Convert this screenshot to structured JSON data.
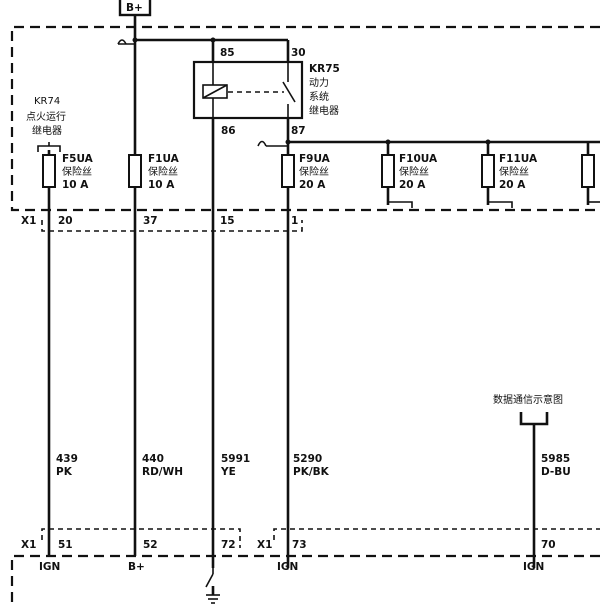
{
  "supply": {
    "b_plus": "B+"
  },
  "relays": {
    "kr75": {
      "pin_85": "85",
      "pin_30": "30",
      "pin_86": "86",
      "pin_87": "87",
      "id": "KR75",
      "name_line1": "动力",
      "name_line2": "系统",
      "name_line3": "继电器"
    },
    "kr74": {
      "id": "KR74",
      "name_line1": "点火运行",
      "name_line2": "继电器"
    }
  },
  "fuses": [
    {
      "id": "F5UA",
      "type": "保险丝",
      "rating": "10 A"
    },
    {
      "id": "F1UA",
      "type": "保险丝",
      "rating": "10 A"
    },
    {
      "id": "F9UA",
      "type": "保险丝",
      "rating": "20 A"
    },
    {
      "id": "F10UA",
      "type": "保险丝",
      "rating": "20 A"
    },
    {
      "id": "F11UA",
      "type": "保险丝",
      "rating": "20 A"
    }
  ],
  "connector_x1_top": {
    "name": "X1",
    "pins": [
      "20",
      "37",
      "15",
      "1"
    ]
  },
  "wires": [
    {
      "circuit": "439",
      "color": "PK"
    },
    {
      "circuit": "440",
      "color": "RD/WH"
    },
    {
      "circuit": "5991",
      "color": "YE"
    },
    {
      "circuit": "5290",
      "color": "PK/BK"
    },
    {
      "circuit": "5985",
      "color": "D-BU"
    }
  ],
  "data_comm_ref": "数据通信示意图",
  "connector_x1_bottom": {
    "name_a": "X1",
    "name_b": "X1",
    "pins": [
      "51",
      "52",
      "72",
      "73",
      "70"
    ],
    "signals": [
      "IGN",
      "B+",
      "IGN",
      "IGN"
    ]
  }
}
